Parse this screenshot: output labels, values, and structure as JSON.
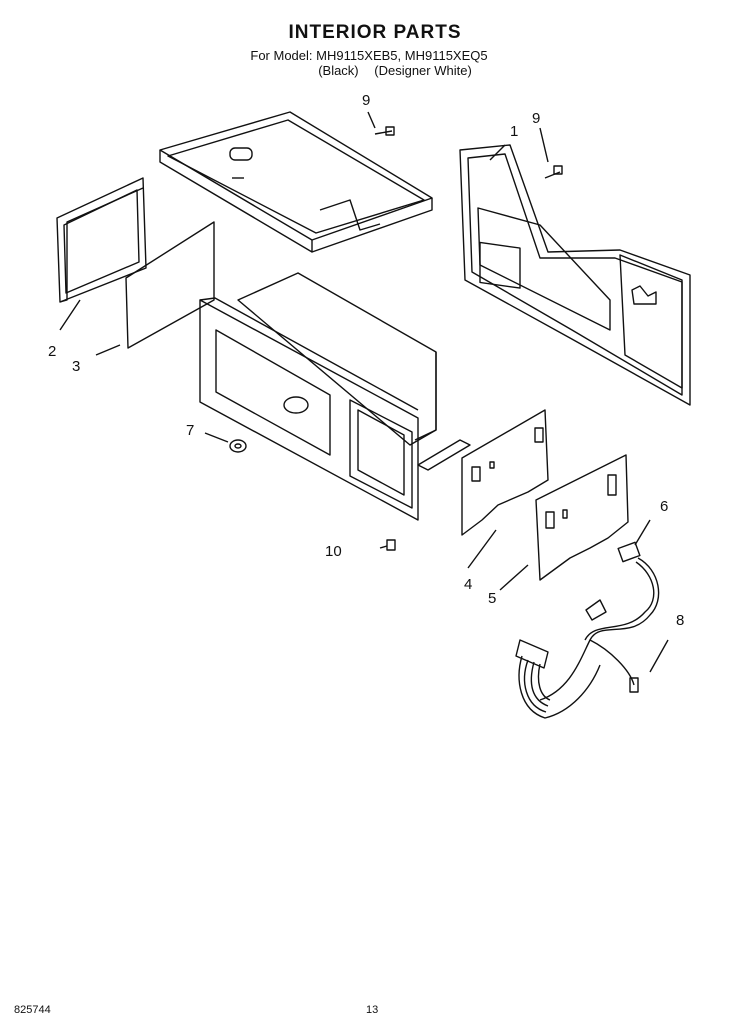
{
  "header": {
    "title": "INTERIOR PARTS",
    "model_line": "For Model: MH9115XEB5, MH9115XEQ5",
    "variant_black": "(Black)",
    "variant_white": "(Designer White)"
  },
  "callouts": [
    {
      "id": "1",
      "text": "1"
    },
    {
      "id": "2",
      "text": "2"
    },
    {
      "id": "3",
      "text": "3"
    },
    {
      "id": "4",
      "text": "4"
    },
    {
      "id": "5",
      "text": "5"
    },
    {
      "id": "6",
      "text": "6"
    },
    {
      "id": "7",
      "text": "7"
    },
    {
      "id": "8",
      "text": "8"
    },
    {
      "id": "9a",
      "text": "9"
    },
    {
      "id": "9b",
      "text": "9"
    },
    {
      "id": "10",
      "text": "10"
    }
  ],
  "footer": {
    "doc_number": "825744",
    "page_number": "13"
  }
}
